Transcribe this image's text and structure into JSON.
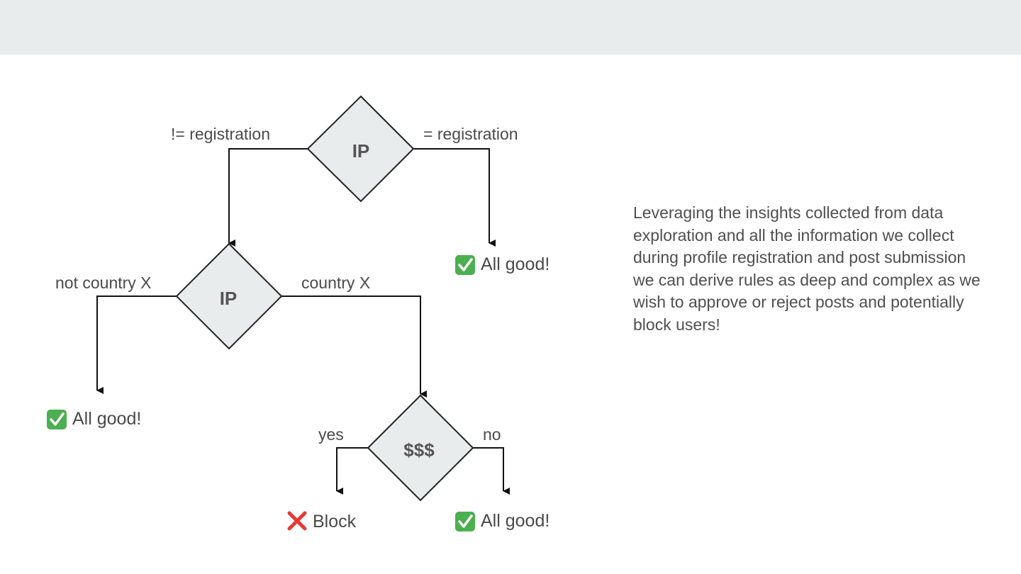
{
  "colors": {
    "header_band": "#e8ecec",
    "node_fill": "#e8ecec",
    "line": "#111111",
    "text": "#4a4a4a",
    "ok_green": "#4caf50",
    "block_red": "#e53935"
  },
  "diagram": {
    "nodes": {
      "ip_top": "IP",
      "ip_mid": "IP",
      "money": "$$$"
    },
    "edges": {
      "not_registration": "!= registration",
      "equals_registration": "= registration",
      "not_country": "not country X",
      "country": "country X",
      "yes": "yes",
      "no": "no"
    },
    "outcomes": {
      "ok_top": {
        "icon": "check-mark-icon",
        "label": "All good!"
      },
      "ok_left": {
        "icon": "check-mark-icon",
        "label": "All good!"
      },
      "block": {
        "icon": "cross-mark-icon",
        "label": "Block"
      },
      "ok_bottom": {
        "icon": "check-mark-icon",
        "label": "All good!"
      }
    }
  },
  "description": "Leveraging the insights collected from data exploration and all the information we collect during profile registration and post submission we can derive rules as deep and complex as we wish to approve or reject posts and potentially block users!"
}
